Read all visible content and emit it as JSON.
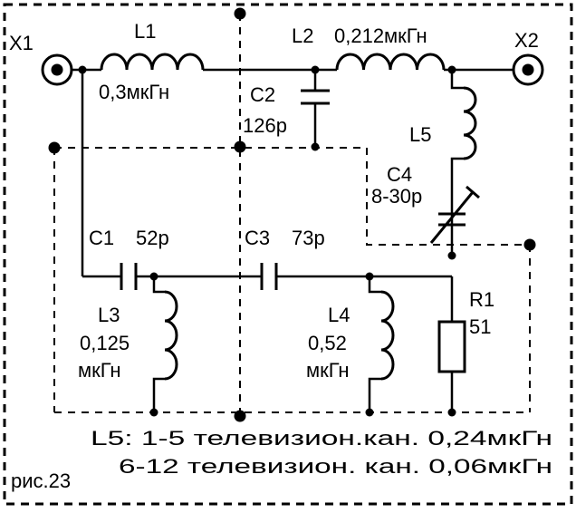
{
  "figure": {
    "label": "рис.23",
    "connectors": {
      "input": "X1",
      "output": "X2"
    },
    "components": {
      "L1": {
        "name": "L1",
        "value": "0,3мкГн"
      },
      "L2": {
        "name": "L2",
        "value": "0,212мкГн"
      },
      "C2": {
        "name": "C2",
        "value": "126р"
      },
      "L5": {
        "name": "L5"
      },
      "C4": {
        "name": "C4",
        "value": "8-30р"
      },
      "C1": {
        "name": "C1",
        "value": "52р"
      },
      "C3": {
        "name": "C3",
        "value": "73р"
      },
      "L3": {
        "name": "L3",
        "value_line1": "0,125",
        "value_line2": "мкГн"
      },
      "L4": {
        "name": "L4",
        "value_line1": "0,52",
        "value_line2": "мкГн"
      },
      "R1": {
        "name": "R1",
        "value": "51"
      }
    },
    "notes": {
      "line1": "L5: 1-5 телевизион.кан. 0,24мкГн",
      "line2": "6-12 телевизион. кан. 0,06мкГн"
    }
  }
}
